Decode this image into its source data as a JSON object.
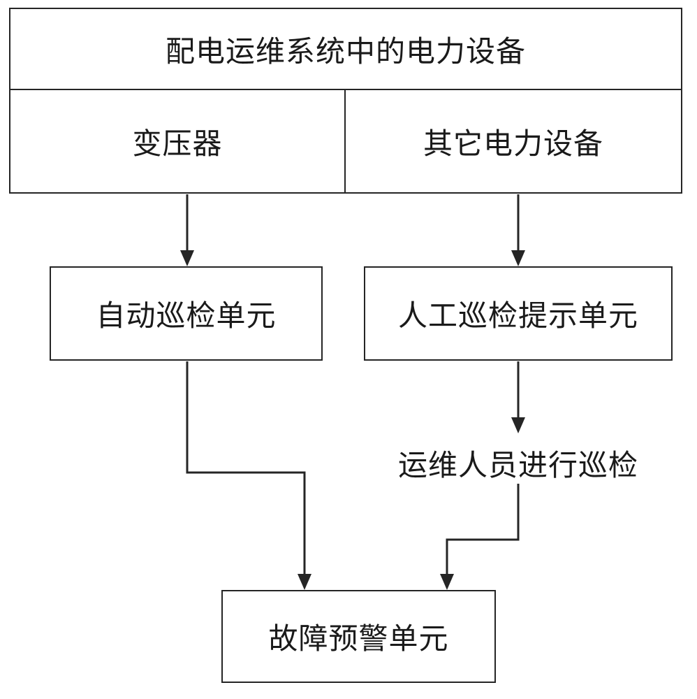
{
  "diagram": {
    "title": "配电运维系统中的电力设备",
    "group": {
      "header": "配电运维系统中的电力设备",
      "children": [
        {
          "label": "变压器"
        },
        {
          "label": "其它电力设备"
        }
      ]
    },
    "nodes": [
      {
        "id": "auto-inspection",
        "label": "自动巡检单元"
      },
      {
        "id": "manual-prompt",
        "label": "人工巡检提示单元"
      },
      {
        "id": "staff-inspection",
        "label": "运维人员进行巡检"
      },
      {
        "id": "fault-alarm",
        "label": "故障预警单元"
      }
    ],
    "edges": [
      {
        "from": "变压器",
        "to": "自动巡检单元"
      },
      {
        "from": "其它电力设备",
        "to": "人工巡检提示单元"
      },
      {
        "from": "自动巡检单元",
        "to": "故障预警单元"
      },
      {
        "from": "人工巡检提示单元",
        "to": "运维人员进行巡检"
      },
      {
        "from": "运维人员进行巡检",
        "to": "故障预警单元"
      }
    ],
    "colors": {
      "stroke": "#252525",
      "text": "#1a1a1a",
      "background": "#ffffff"
    }
  }
}
